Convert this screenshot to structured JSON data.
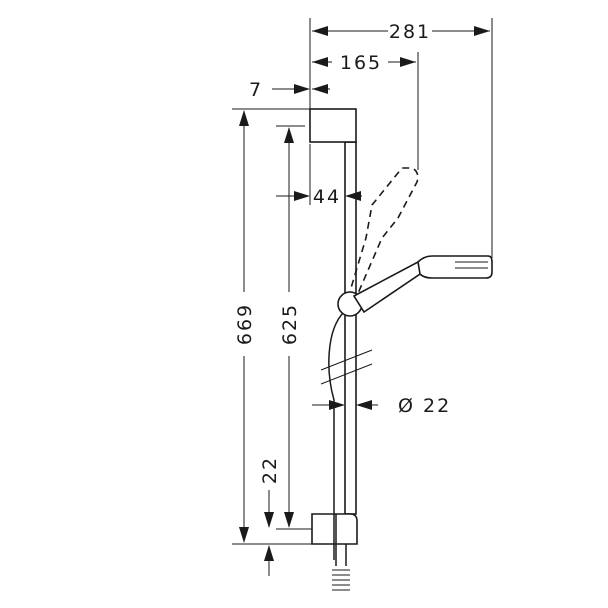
{
  "dimensions": {
    "overall_width": "281",
    "handshower_reach": "165",
    "top_offset": "7",
    "wall_distance": "44",
    "total_height": "669",
    "bar_length": "625",
    "bottom_offset": "22",
    "rail_diameter": "Ø 22"
  }
}
